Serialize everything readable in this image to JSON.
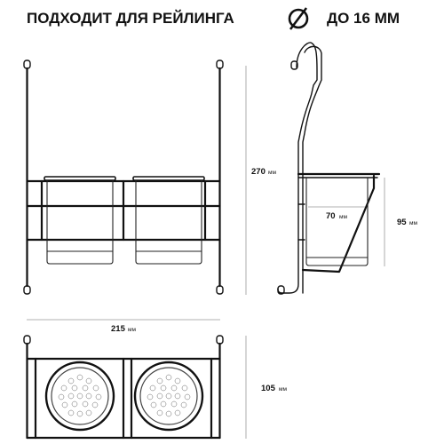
{
  "header": {
    "text_left": "ПОДХОДИТ ДЛЯ РЕЙЛИНГА",
    "diameter_symbol": "Ø",
    "text_right": "ДО 16 ММ"
  },
  "dimensions": {
    "front_height": {
      "value": "270",
      "unit": "мм"
    },
    "cup_depth": {
      "value": "70",
      "unit": "мм"
    },
    "side_height": {
      "value": "95",
      "unit": "мм"
    },
    "width": {
      "value": "215",
      "unit": "мм"
    },
    "depth": {
      "value": "105",
      "unit": "мм"
    }
  },
  "colors": {
    "wire": "#111111",
    "dimension_line": "#999999",
    "background": "#ffffff"
  }
}
